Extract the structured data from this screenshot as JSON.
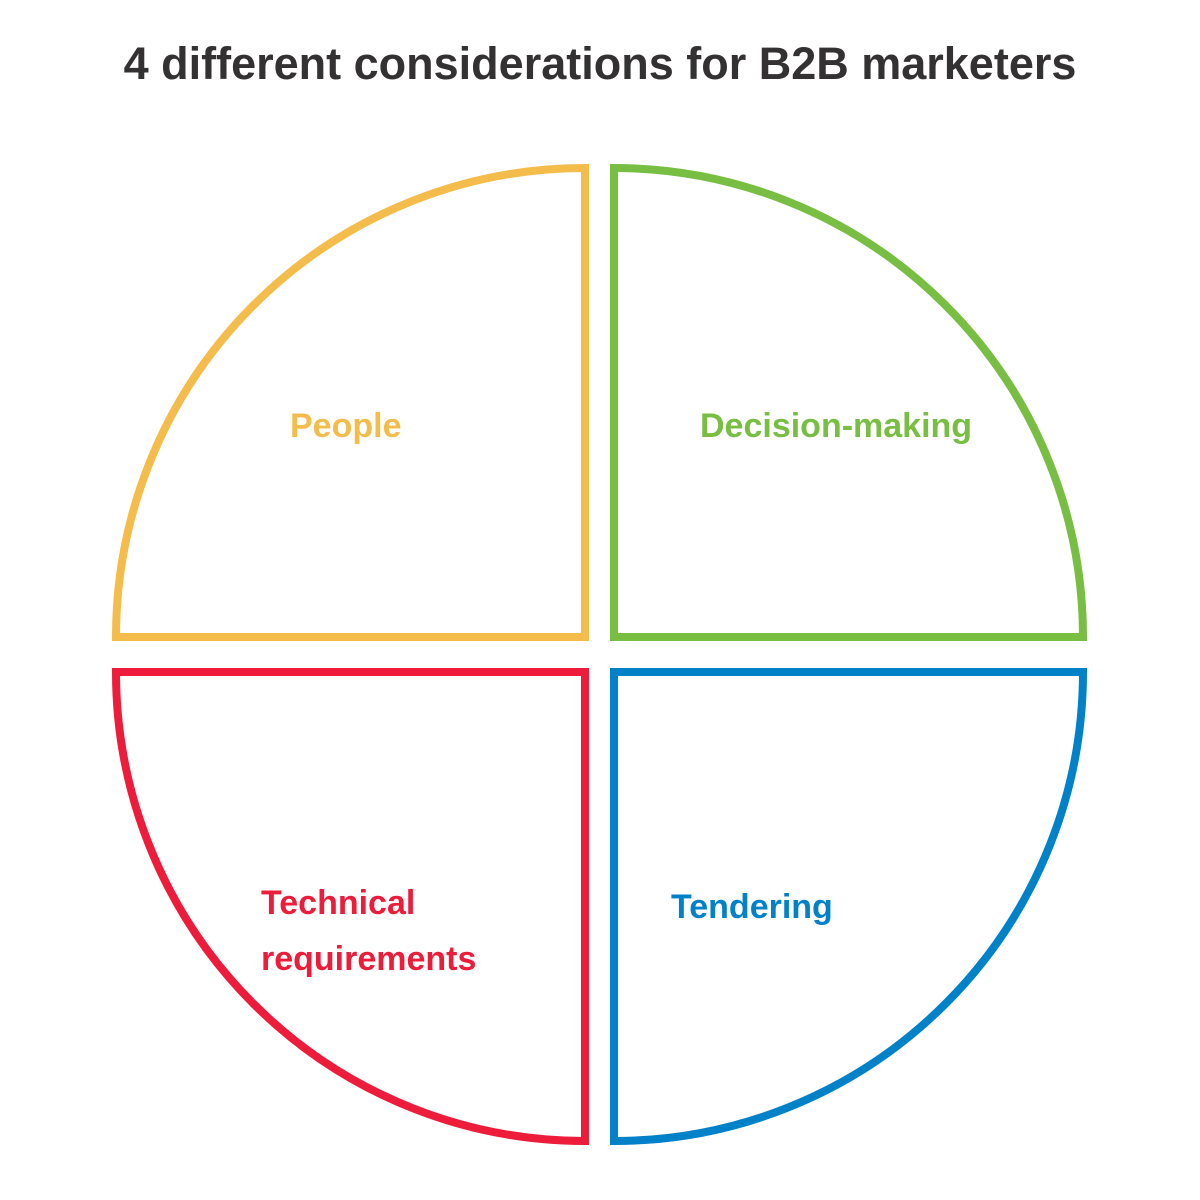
{
  "title": "4 different considerations for B2B marketers",
  "quadrants": [
    {
      "label": "People",
      "color": "#F4BD4B"
    },
    {
      "label": "Decision-making",
      "color": "#77BE43"
    },
    {
      "label": "Technical requirements",
      "color": "#EC1C3A"
    },
    {
      "label": "Tendering",
      "color": "#0081C8"
    }
  ]
}
